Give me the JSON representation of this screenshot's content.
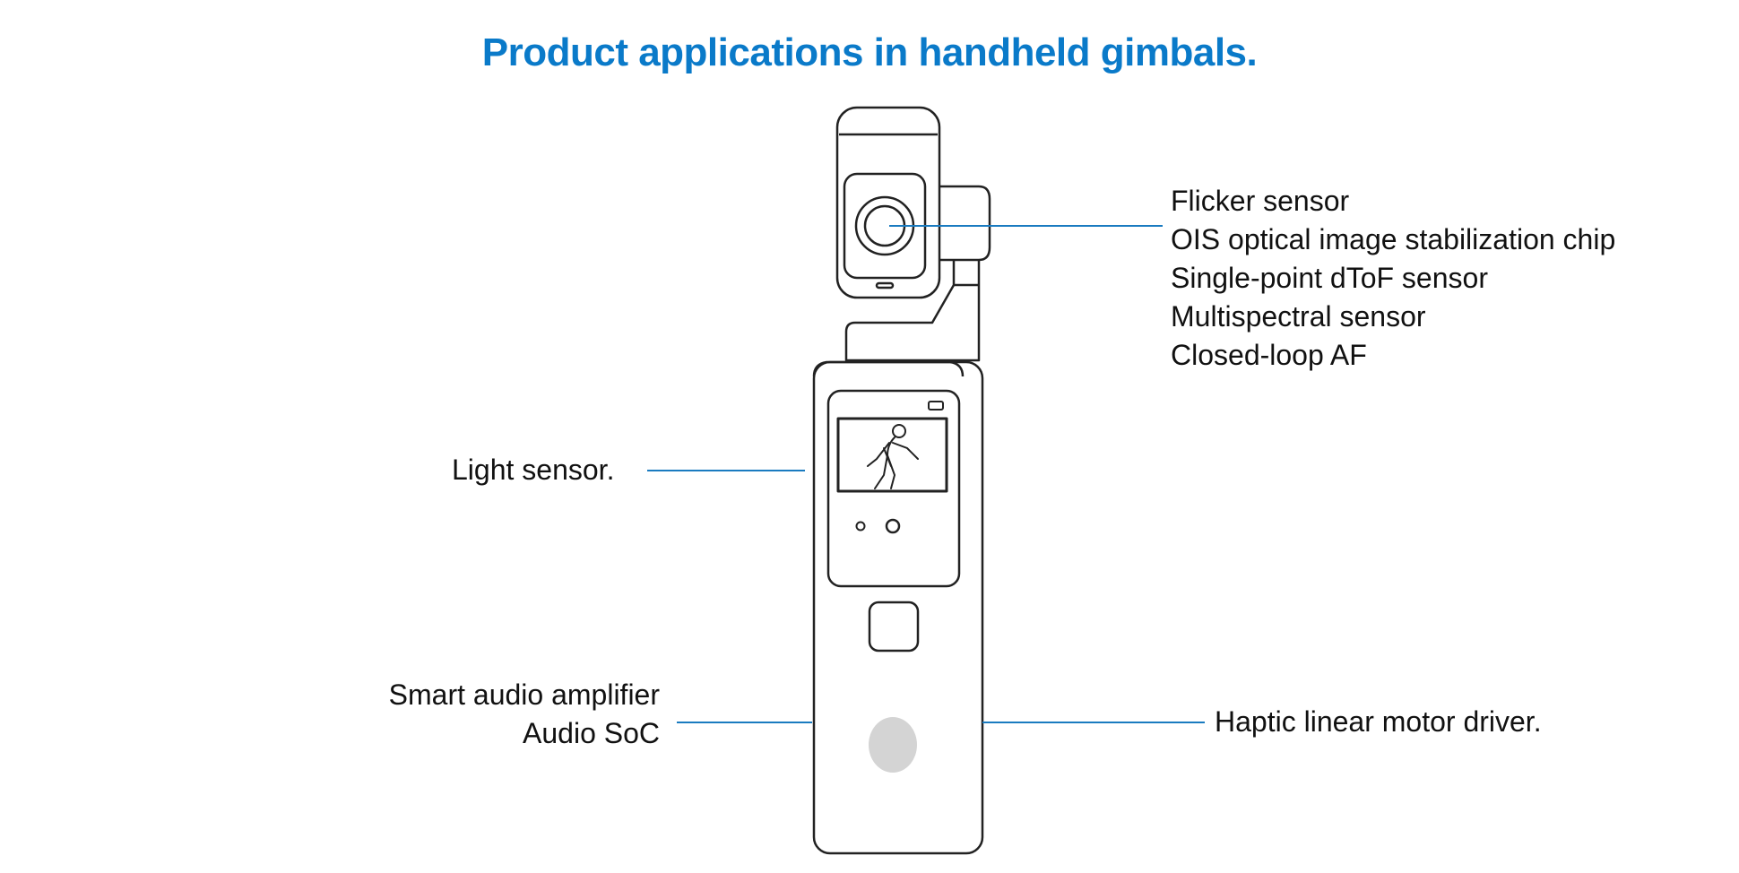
{
  "title": "Product applications in handheld gimbals.",
  "callouts": {
    "camera_head": [
      "Flicker sensor",
      "OIS optical image stabilization chip",
      "Single-point dToF sensor",
      "Multispectral sensor",
      "Closed-loop AF"
    ],
    "light": "Light sensor.",
    "audio": [
      "Smart audio amplifier",
      "Audio SoC"
    ],
    "haptic": "Haptic linear motor driver."
  },
  "colors": {
    "title": "#0a7ac9",
    "leader_line": "#1a7bc0",
    "outline": "#222222",
    "text": "#111111"
  }
}
